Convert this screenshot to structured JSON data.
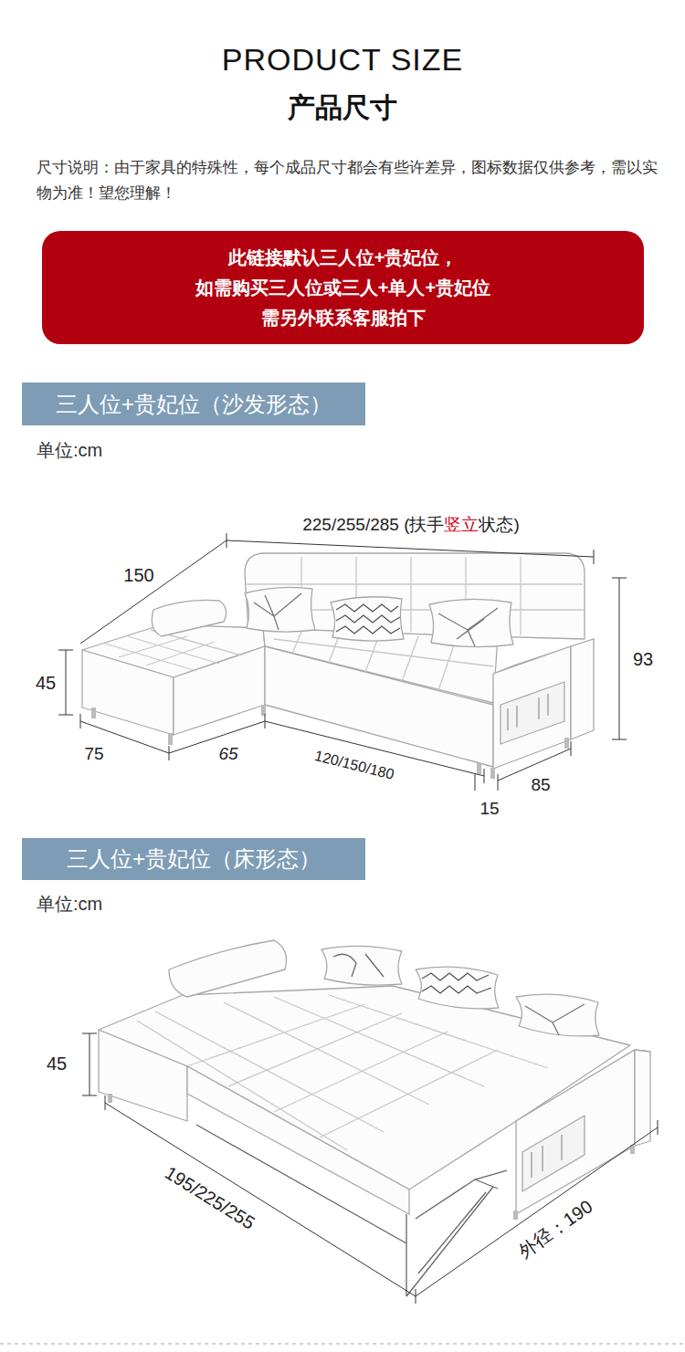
{
  "diagram": {
    "title": "PRODUCT SIZE",
    "nodes": [
      {
        "text": [
          "此链接默认三人位+贵妃位，",
          "如需购买三人位或三人+单人+贵妃位",
          "需另外联系客服拍下"
        ]
      },
      {
        "text": [
          "三人位+贵妃位（沙发形态）"
        ]
      },
      {
        "text": [
          "三人位+贵妃位（床形态）"
        ]
      }
    ],
    "labels": [
      "产品尺寸",
      "尺寸说明：由于家具的特殊性，每个成品尺寸都会有些许差异，图标数据仅供参考，需以实物为准！望您理解！",
      "单位:cm",
      "225/255/285 (扶手",
      "竖立",
      "状态)",
      "150",
      "45",
      "93",
      "75",
      "65",
      "120/150/180",
      "15",
      "85",
      "单位:cm",
      "45",
      "195/225/255",
      "外径：190"
    ]
  }
}
